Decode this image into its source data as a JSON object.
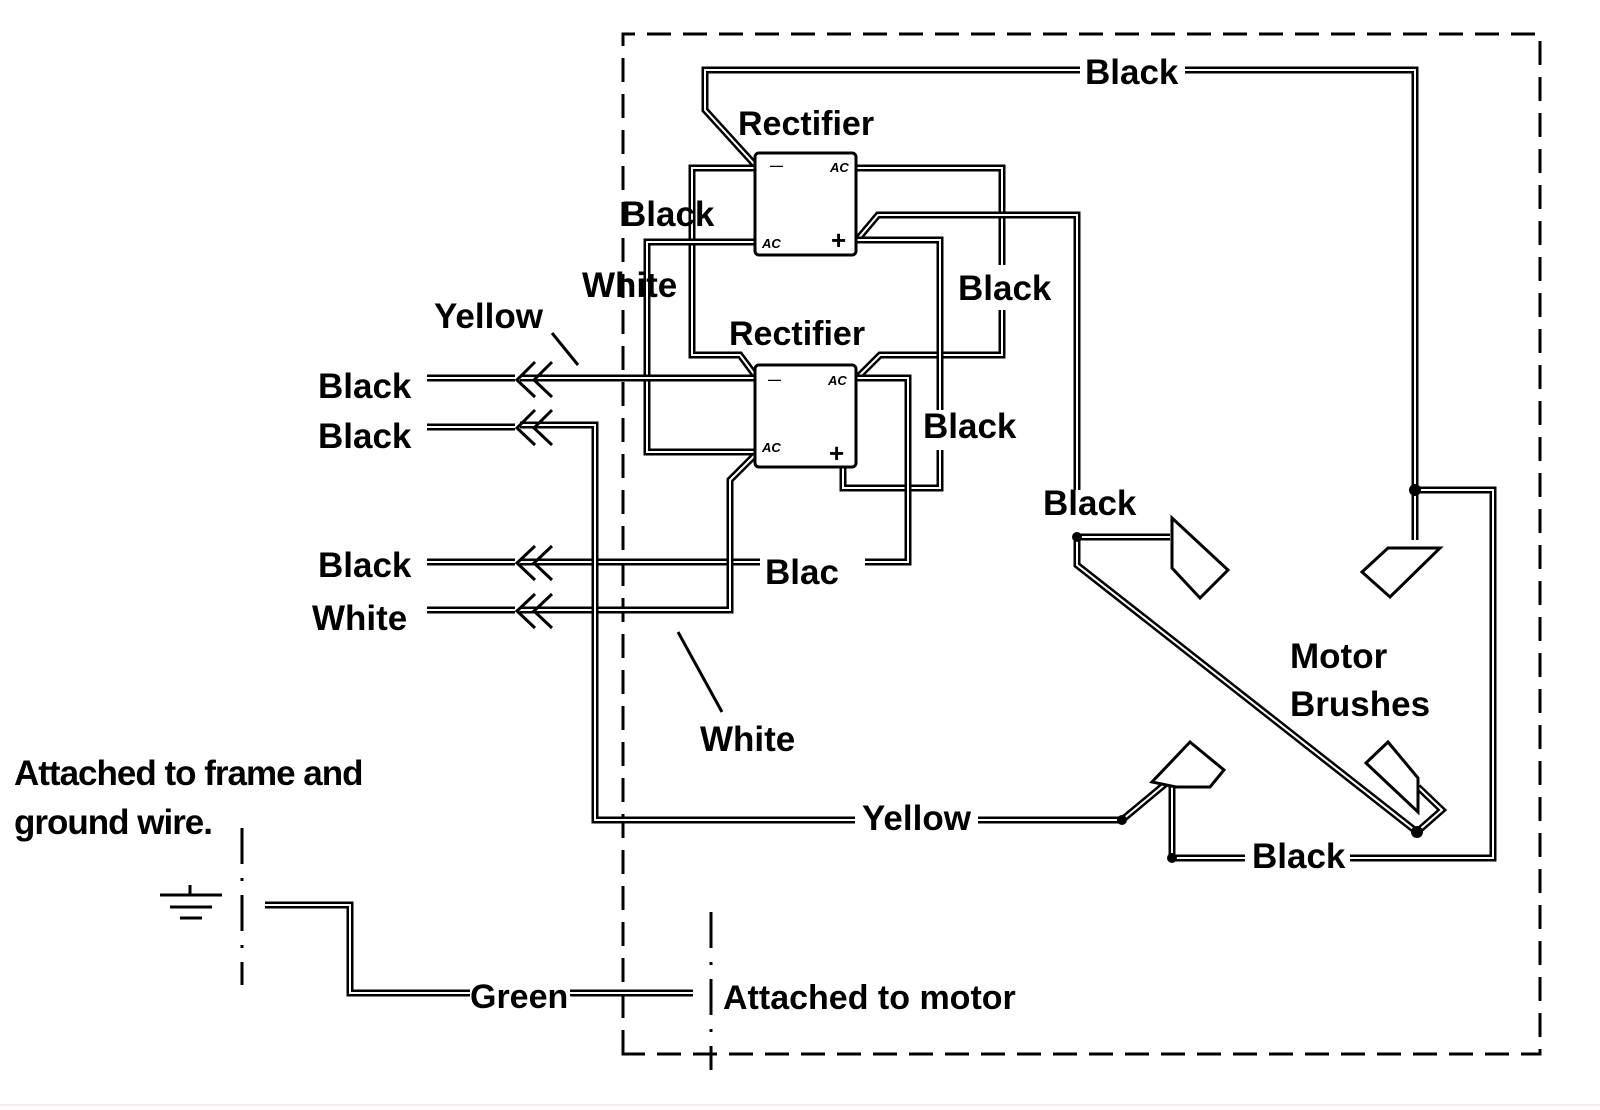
{
  "diagram": {
    "type": "wiring-diagram",
    "components": {
      "rectifier_top": {
        "label": "Rectifier",
        "terminals": {
          "neg": "—",
          "ac_right": "AC",
          "ac_left": "AC",
          "pos": "+"
        }
      },
      "rectifier_bottom": {
        "label": "Rectifier",
        "terminals": {
          "neg": "—",
          "ac_right": "AC",
          "ac_left": "AC",
          "pos": "+"
        }
      },
      "motor_brushes": {
        "label_line1": "Motor",
        "label_line2": "Brushes"
      }
    },
    "wire_labels": {
      "top_black": "Black",
      "left_black": "Black",
      "left_white": "White",
      "right_black_upper": "Black",
      "right_black_lower": "Black",
      "yellow_leader": "Yellow",
      "mid_blac": "Blac",
      "white_leader": "White",
      "brush_black": "Black",
      "bottom_yellow": "Yellow",
      "bottom_black": "Black",
      "green": "Green"
    },
    "connectors": [
      {
        "label": "Black"
      },
      {
        "label": "Black"
      },
      {
        "label": "Black"
      },
      {
        "label": "White"
      }
    ],
    "notes": {
      "frame_ground_line1": "Attached to frame and",
      "frame_ground_line2": "ground wire.",
      "attached_motor": "Attached to motor"
    },
    "icons": {
      "ground": "ground-symbol"
    }
  }
}
